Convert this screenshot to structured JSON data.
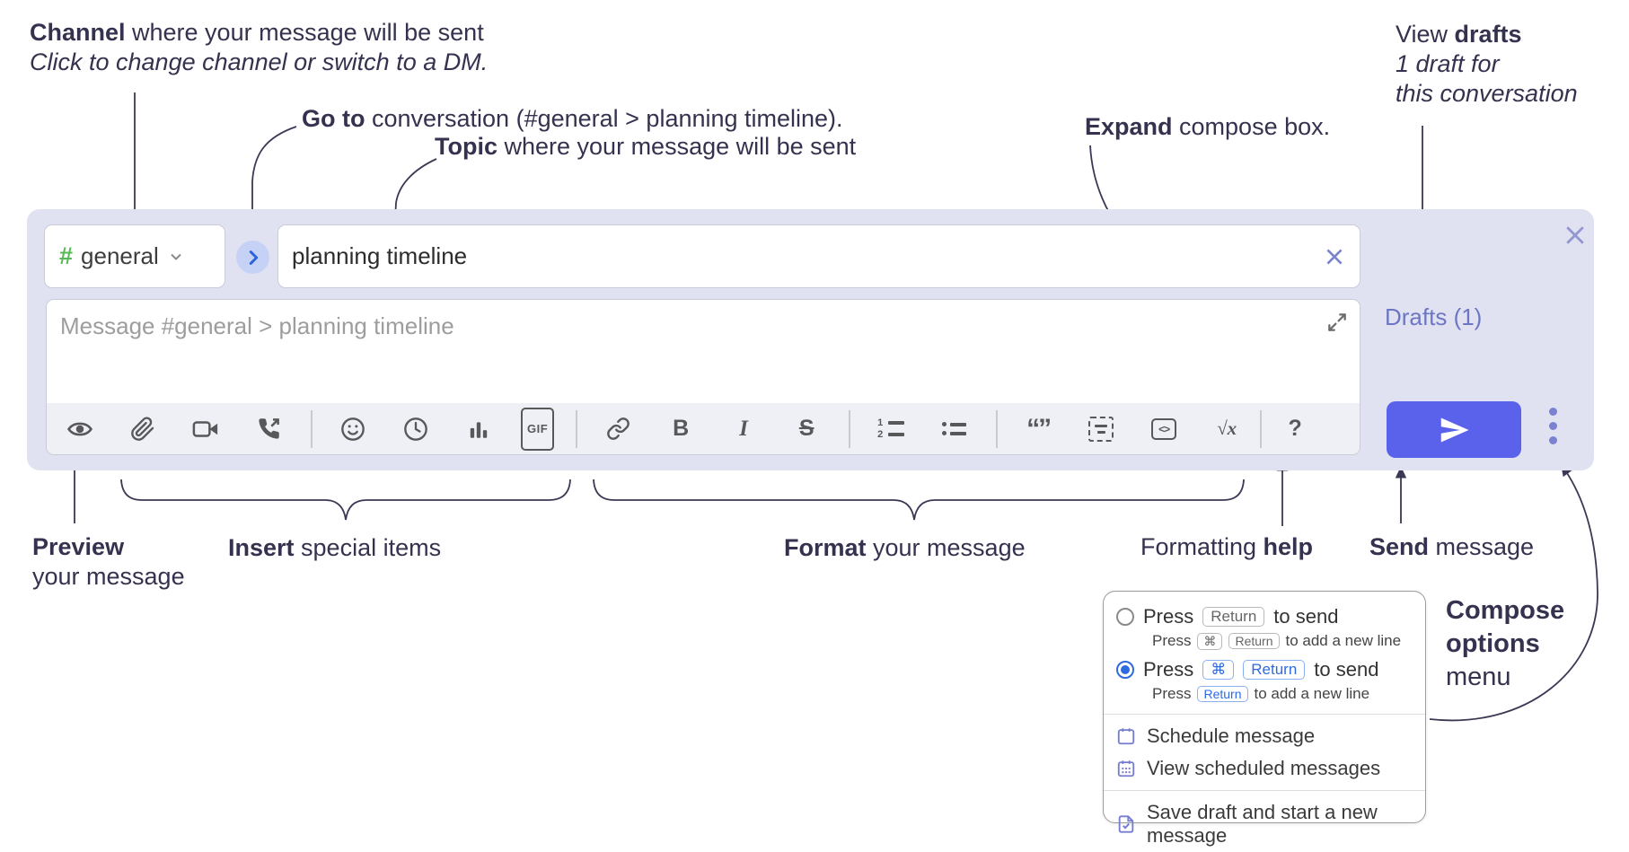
{
  "accent_colors": {
    "lavender": "#e0e2f1",
    "purple": "#7b82cf",
    "send_blue": "#5a62ec",
    "kbd_blue": "#2e6be0",
    "hash_green": "#56ba56",
    "ink": "#34324e"
  },
  "annotations": {
    "channel": {
      "bold": "Channel",
      "rest": " where your message will be sent",
      "line2": "Click to change channel or switch to a DM."
    },
    "goto": {
      "bold": "Go to",
      "rest": " conversation (#general > planning timeline)."
    },
    "topic": {
      "bold": "Topic",
      "rest": " where your message will be sent"
    },
    "expand": {
      "bold": "Expand",
      "rest": " compose box."
    },
    "view_drafts": {
      "pre": "View ",
      "bold": "drafts",
      "line2": "1 draft for",
      "line3": "this conversation"
    },
    "preview": {
      "bold": "Preview",
      "line2": "your message"
    },
    "insert": {
      "bold": "Insert",
      "rest": " special items"
    },
    "format": {
      "bold": "Format",
      "rest": " your message"
    },
    "help": {
      "pre": "Formatting ",
      "bold": "help"
    },
    "send": {
      "bold": "Send",
      "rest": " message"
    },
    "compose_options": {
      "line1": "Compose",
      "line2": "options",
      "line3": "menu"
    }
  },
  "compose": {
    "channel_hash": "#",
    "channel_name": "general",
    "topic_value": "planning timeline",
    "message_placeholder": "Message #general > planning timeline",
    "drafts_label": "Drafts (1)"
  },
  "toolbar": {
    "gif": "GIF",
    "bold": "B",
    "italic": "I",
    "strikethrough": "S",
    "quote": "“”",
    "code": "<>",
    "math": "√x",
    "help": "?"
  },
  "menu": {
    "opt1": {
      "press": "Press",
      "key1": "Return",
      "suffix": "to send"
    },
    "opt1_sub": {
      "press": "Press",
      "key1": "⌘",
      "key2": "Return",
      "suffix": "to add a new line"
    },
    "opt2": {
      "press": "Press",
      "key1": "⌘",
      "key2": "Return",
      "suffix": "to send"
    },
    "opt2_sub": {
      "press": "Press",
      "key1": "Return",
      "suffix": "to add a new line"
    },
    "items": [
      {
        "label": "Schedule message"
      },
      {
        "label": "View scheduled messages"
      },
      {
        "label": "Save draft and start a new message"
      }
    ]
  }
}
